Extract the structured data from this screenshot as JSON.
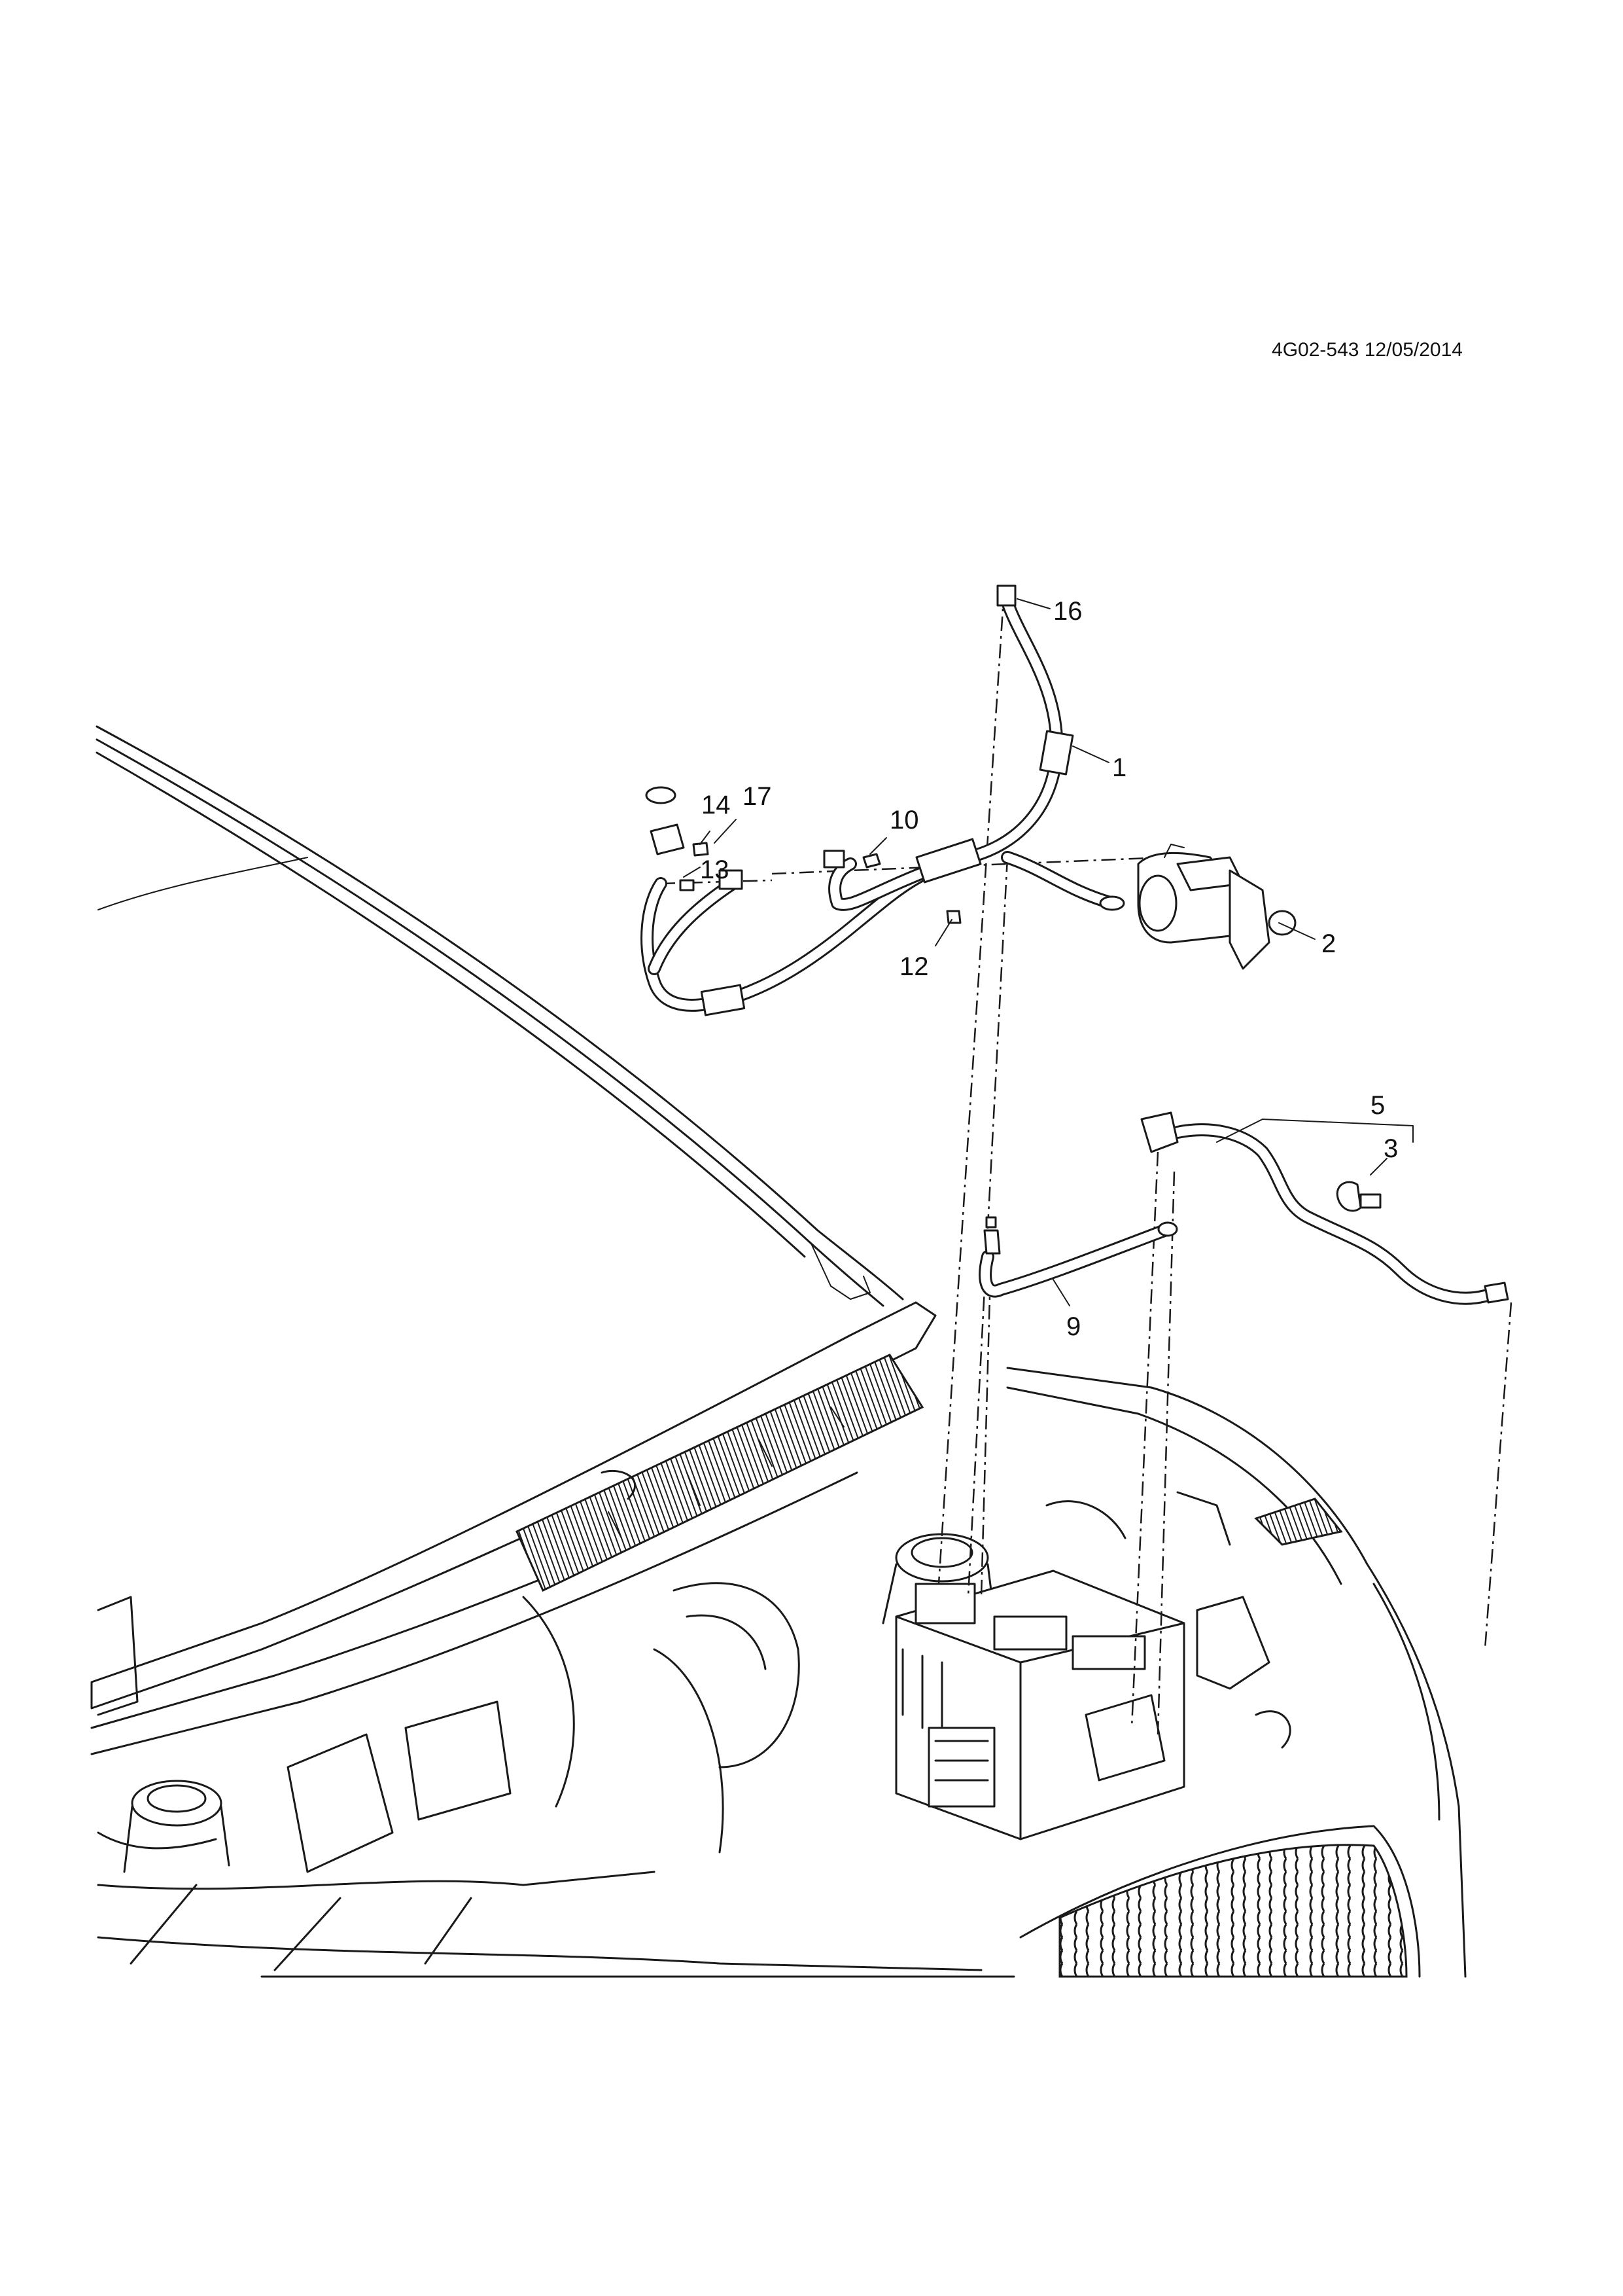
{
  "diagram": {
    "reference": "4G02-543 12/05/2014",
    "callouts": [
      {
        "id": "c1",
        "label": "1"
      },
      {
        "id": "c2",
        "label": "2"
      },
      {
        "id": "c3",
        "label": "3"
      },
      {
        "id": "c5",
        "label": "5"
      },
      {
        "id": "c9",
        "label": "9"
      },
      {
        "id": "c10",
        "label": "10"
      },
      {
        "id": "c12",
        "label": "12"
      },
      {
        "id": "c13",
        "label": "13"
      },
      {
        "id": "c14",
        "label": "14"
      },
      {
        "id": "c16",
        "label": "16"
      },
      {
        "id": "c17",
        "label": "17"
      }
    ]
  }
}
